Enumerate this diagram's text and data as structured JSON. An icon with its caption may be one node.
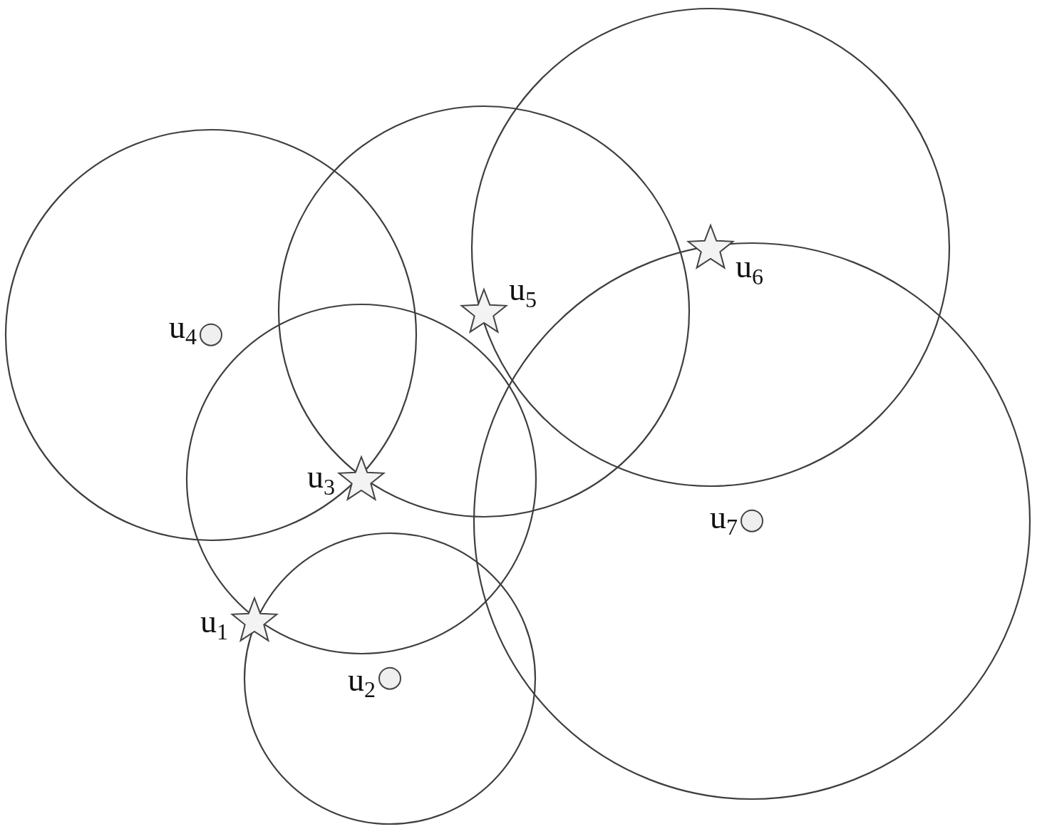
{
  "diagram": {
    "nodes": [
      {
        "text": [
          "u$_{1}$"
        ]
      },
      {
        "text": [
          "u$_{2}$"
        ]
      },
      {
        "text": [
          "u$_{3}$"
        ]
      },
      {
        "text": [
          "u$_{4}$"
        ]
      },
      {
        "text": [
          "u$_{5}$"
        ]
      },
      {
        "text": [
          "u$_{6}$"
        ]
      },
      {
        "text": [
          "u$_{7}$"
        ]
      }
    ]
  }
}
